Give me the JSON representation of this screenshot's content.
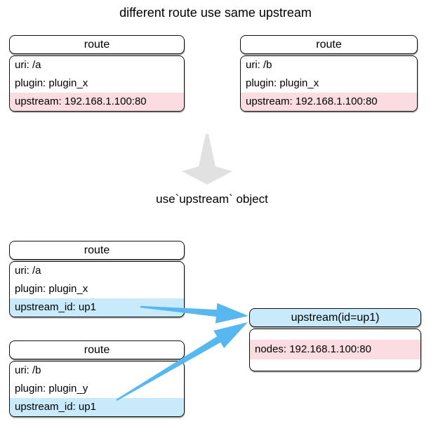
{
  "title": "different route use same upstream",
  "subtitle": "use`upstream` object",
  "colors": {
    "pink-highlight": "#fbdce1",
    "blue-highlight": "#c9eafb",
    "arrow-blue": "#57b8f0",
    "arrow-gray": "#e1e1e1"
  },
  "before": {
    "routes": [
      {
        "header": "route",
        "rows": [
          "uri: /a",
          "plugin: plugin_x",
          "upstream: 192.168.1.100:80"
        ]
      },
      {
        "header": "route",
        "rows": [
          "uri: /b",
          "plugin: plugin_x",
          "upstream: 192.168.1.100:80"
        ]
      }
    ]
  },
  "after": {
    "routes": [
      {
        "header": "route",
        "rows": [
          "uri: /a",
          "plugin: plugin_x",
          "upstream_id: up1"
        ]
      },
      {
        "header": "route",
        "rows": [
          "uri: /b",
          "plugin: plugin_y",
          "upstream_id: up1"
        ]
      }
    ],
    "upstream": {
      "header": "upstream(id=up1)",
      "rows": [
        "nodes: 192.168.1.100:80"
      ]
    }
  },
  "icons": {
    "down_arrow": "transform-down-arrow",
    "link_arrows": "route-to-upstream-arrow"
  }
}
